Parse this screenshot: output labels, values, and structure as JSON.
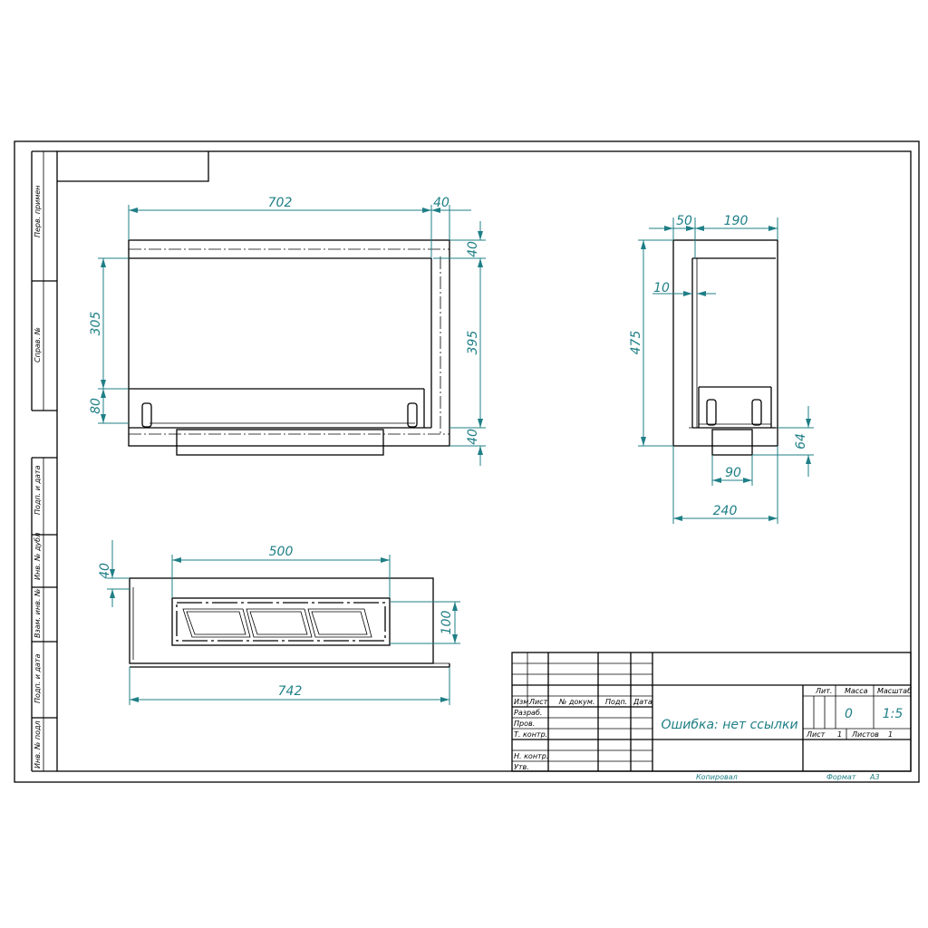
{
  "side_labels": {
    "perv_primen": "Перв. примен",
    "sprav_no": "Справ. №",
    "podp_data_1": "Подп. и дата",
    "inv_dubl": "Инв. № дубл",
    "vzam_inv": "Взам. инв. №",
    "podp_data_2": "Подп. и дата",
    "inv_podl": "Инв. № подл"
  },
  "front_view": {
    "dim_width": "702",
    "dim_wall": "40",
    "dim_top": "40",
    "dim_inner": "305",
    "dim_bottom_inner": "80",
    "dim_height": "395",
    "dim_bottom": "40"
  },
  "side_view": {
    "dim_left": "50",
    "dim_depth": "190",
    "dim_gap": "10",
    "dim_height": "475",
    "dim_leg": "64",
    "dim_base": "90",
    "dim_total": "240"
  },
  "top_view": {
    "dim_burner": "500",
    "dim_offset": "40",
    "dim_burner_width": "100",
    "dim_length": "742"
  },
  "title_block": {
    "col_izm": "Изм.",
    "col_list": "Лист",
    "col_doc": "№ докум.",
    "col_podp": "Подп.",
    "col_data": "Дата",
    "row_razrab": "Разраб.",
    "row_prov": "Пров.",
    "row_tkontr": "Т. контр.",
    "row_nkontr": "Н. контр.",
    "row_utv": "Утв.",
    "title": "Ошибка: нет ссылки",
    "lit": "Лит.",
    "massa": "Масса",
    "masshtab": "Масштаб",
    "massa_val": "0",
    "scale_val": "1:5",
    "list_label": "Лист",
    "list_val": "1",
    "listov_label": "Листов",
    "listov_val": "1",
    "kopiroval": "Копировал",
    "format_label": "Формат",
    "format_val": "A3"
  }
}
